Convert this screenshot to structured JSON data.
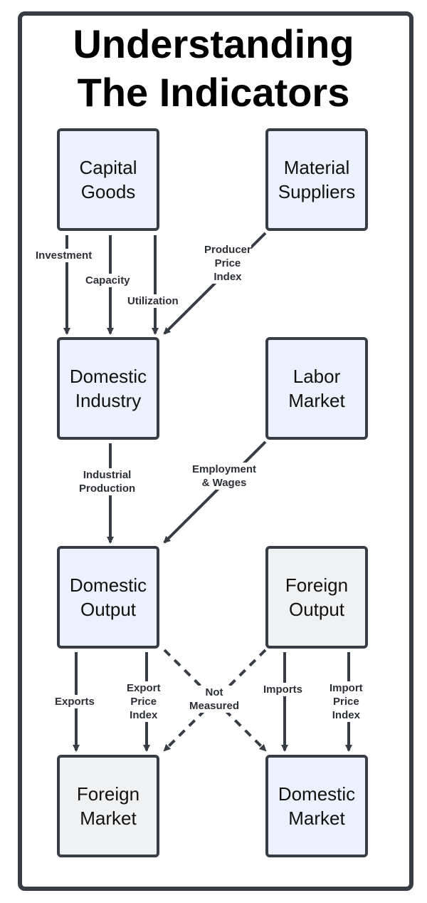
{
  "title": {
    "line1": "Understanding",
    "line2": "The Indicators"
  },
  "nodes": {
    "capital_goods": {
      "line1": "Capital",
      "line2": "Goods"
    },
    "material_suppliers": {
      "line1": "Material",
      "line2": "Suppliers"
    },
    "domestic_industry": {
      "line1": "Domestic",
      "line2": "Industry"
    },
    "labor_market": {
      "line1": "Labor",
      "line2": "Market"
    },
    "domestic_output": {
      "line1": "Domestic",
      "line2": "Output"
    },
    "foreign_output": {
      "line1": "Foreign",
      "line2": "Output"
    },
    "foreign_market": {
      "line1": "Foreign",
      "line2": "Market"
    },
    "domestic_market": {
      "line1": "Domestic",
      "line2": "Market"
    }
  },
  "edges": {
    "investment": "Investment",
    "capacity": "Capacity",
    "utilization": "Utilization",
    "ppi": {
      "line1": "Producer",
      "line2": "Price",
      "line3": "Index"
    },
    "industrial_production": {
      "line1": "Industrial",
      "line2": "Production"
    },
    "employment_wages": {
      "line1": "Employment",
      "line2": "& Wages"
    },
    "exports": "Exports",
    "export_price_index": {
      "line1": "Export",
      "line2": "Price",
      "line3": "Index"
    },
    "not_measured": {
      "line1": "Not",
      "line2": "Measured"
    },
    "imports": "Imports",
    "import_price_index": {
      "line1": "Import",
      "line2": "Price",
      "line3": "Index"
    }
  },
  "colors": {
    "domestic_fill": "#ebf2fd",
    "foreign_fill": "#f0f1f3",
    "stroke": "#383c44"
  }
}
